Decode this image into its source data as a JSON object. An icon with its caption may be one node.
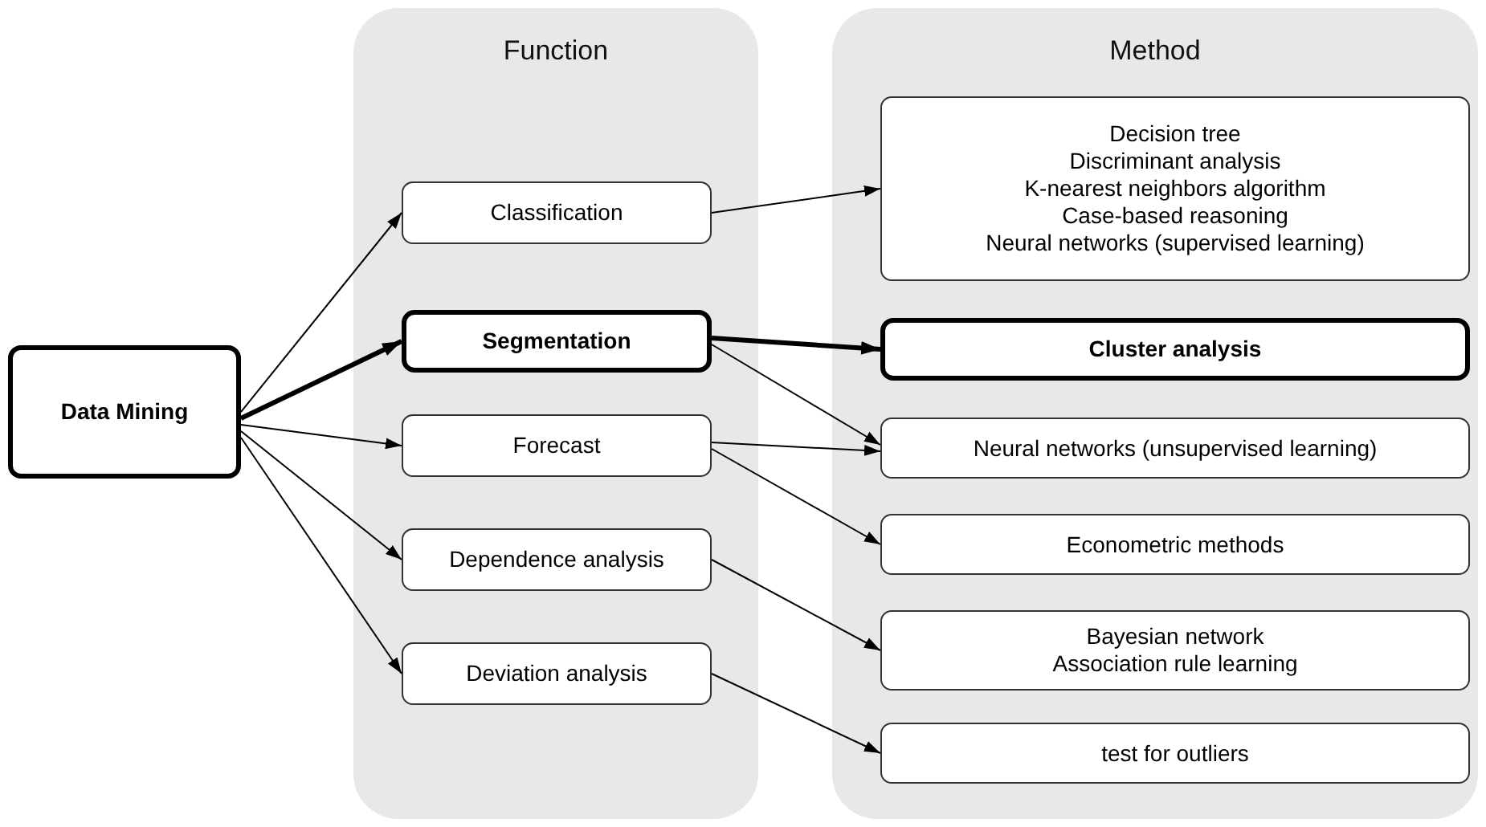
{
  "diagram": {
    "nodes": [
      {
        "text": [
          "Data Mining"
        ]
      },
      {
        "text": [
          "Function"
        ]
      },
      {
        "text": [
          "Classification"
        ],
        "in": 1
      },
      {
        "text": [
          "Segmentation"
        ],
        "in": 1
      },
      {
        "text": [
          "Forecast"
        ],
        "in": 1
      },
      {
        "text": [
          "Dependence analysis"
        ],
        "in": 1
      },
      {
        "text": [
          "Deviation analysis"
        ],
        "in": 1
      },
      {
        "text": [
          "Method"
        ]
      },
      {
        "text": [
          "Decision tree",
          "Discriminant analysis",
          "K-nearest neighbors algorithm",
          "Case-based reasoning",
          "Neural networks (supervised learning)"
        ],
        "in": 7
      },
      {
        "text": [
          "Cluster analysis"
        ],
        "in": 7
      },
      {
        "text": [
          "Neural networks (unsupervised learning)"
        ],
        "in": 7
      },
      {
        "text": [
          "Econometric methods"
        ],
        "in": 7
      },
      {
        "text": [
          "Bayesian network",
          "Association rule learning"
        ],
        "in": 7
      },
      {
        "text": [
          "test for outliers"
        ],
        "in": 7
      }
    ],
    "edges": [
      {
        "from": 0,
        "to": 2,
        "arrow": "to"
      },
      {
        "from": 0,
        "to": 3,
        "arrow": "to",
        "style": "thick"
      },
      {
        "from": 0,
        "to": 4,
        "arrow": "to"
      },
      {
        "from": 0,
        "to": 5,
        "arrow": "to"
      },
      {
        "from": 0,
        "to": 6,
        "arrow": "to"
      },
      {
        "from": 2,
        "to": 8,
        "arrow": "to"
      },
      {
        "from": 3,
        "to": 9,
        "arrow": "to",
        "style": "thick"
      },
      {
        "from": 3,
        "to": 10,
        "arrow": "to"
      },
      {
        "from": 4,
        "to": 10,
        "arrow": "to"
      },
      {
        "from": 4,
        "to": 11,
        "arrow": "to"
      },
      {
        "from": 5,
        "to": 12,
        "arrow": "to"
      },
      {
        "from": 6,
        "to": 13,
        "arrow": "to"
      }
    ]
  }
}
